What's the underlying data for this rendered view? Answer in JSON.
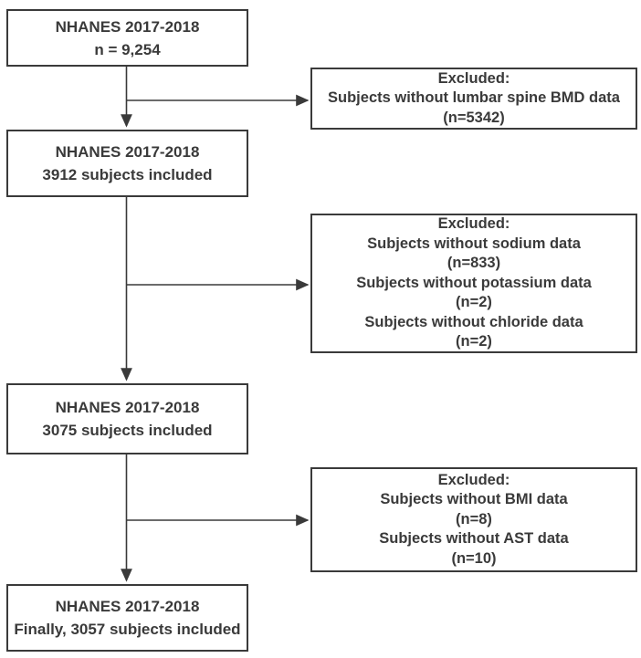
{
  "diagram": {
    "type": "flowchart",
    "colors": {
      "line": "#3a3a3a",
      "text": "#3a3a3a",
      "box_border": "#3a3a3a",
      "background": "#ffffff"
    },
    "flow_boxes": [
      {
        "line1": "NHANES 2017-2018",
        "line2": "n = 9,254"
      },
      {
        "line1": "NHANES 2017-2018",
        "line2": "3912 subjects included"
      },
      {
        "line1": "NHANES 2017-2018",
        "line2": "3075 subjects included"
      },
      {
        "line1": "NHANES 2017-2018",
        "line2": "Finally, 3057 subjects included"
      }
    ],
    "exclusion_boxes": [
      {
        "header": "Excluded:",
        "lines": [
          "Subjects without lumbar spine BMD data",
          "(n=5342)"
        ]
      },
      {
        "header": "Excluded:",
        "lines": [
          "Subjects without sodium data",
          "(n=833)",
          "Subjects without potassium data",
          "(n=2)",
          "Subjects without chloride data",
          "(n=2)"
        ]
      },
      {
        "header": "Excluded:",
        "lines": [
          "Subjects without BMI data",
          "(n=8)",
          "Subjects without AST data",
          "(n=10)"
        ]
      }
    ]
  }
}
